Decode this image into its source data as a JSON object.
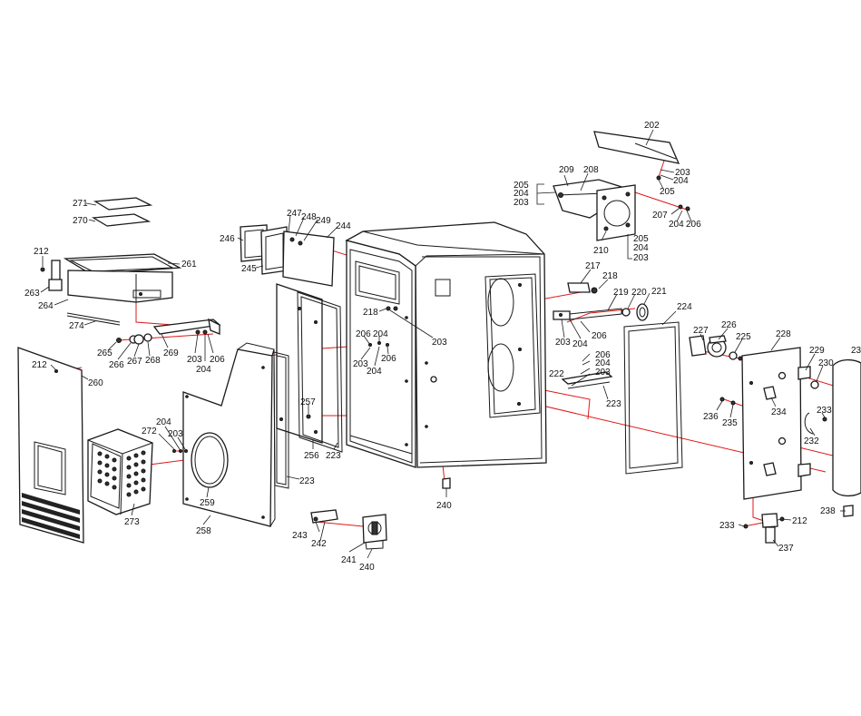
{
  "labels": {
    "l202": "202",
    "l203a": "203",
    "l204a": "204",
    "l205a": "205",
    "l209": "209",
    "l208": "208",
    "l205b": "205",
    "l204b": "204",
    "l203b": "203",
    "l207": "207",
    "l204c": "204",
    "l206a": "206",
    "l210": "210",
    "l205c": "205",
    "l204d": "204",
    "l203c": "203",
    "l271": "271",
    "l270": "270",
    "l212a": "212",
    "l261": "261",
    "l263": "263",
    "l264": "264",
    "l274": "274",
    "l265": "265",
    "l266": "266",
    "l267": "267",
    "l268": "268",
    "l269": "269",
    "l203d": "203",
    "l204e": "204",
    "l206b": "206",
    "l212b": "212",
    "l260": "260",
    "l246": "246",
    "l247": "247",
    "l248": "248",
    "l249": "249",
    "l244": "244",
    "l245": "245",
    "l218a": "218",
    "l206c": "206",
    "l204f": "204",
    "l203e": "203",
    "l203f": "203",
    "l204g": "204",
    "l206d": "206",
    "l257": "257",
    "l256": "256",
    "l223a": "223",
    "l223b": "223",
    "l272": "272",
    "l204h": "204",
    "l203g": "203",
    "l273": "273",
    "l259": "259",
    "l258": "258",
    "l240a": "240",
    "l243": "243",
    "l242": "242",
    "l241": "241",
    "l240b": "240",
    "l217": "217",
    "l218b": "218",
    "l219": "219",
    "l220": "220",
    "l221": "221",
    "l224": "224",
    "l203h": "203",
    "l204i": "204",
    "l206e": "206",
    "l206f": "206",
    "l204j": "204",
    "l203i": "203",
    "l222": "222",
    "l223c": "223",
    "l227": "227",
    "l226": "226",
    "l225": "225",
    "l228": "228",
    "l229": "229",
    "l230": "230",
    "l231": "23",
    "l234": "234",
    "l233a": "233",
    "l236": "236",
    "l235": "235",
    "l232": "232",
    "l238": "238",
    "l233b": "233",
    "l212c": "212",
    "l237": "237"
  }
}
